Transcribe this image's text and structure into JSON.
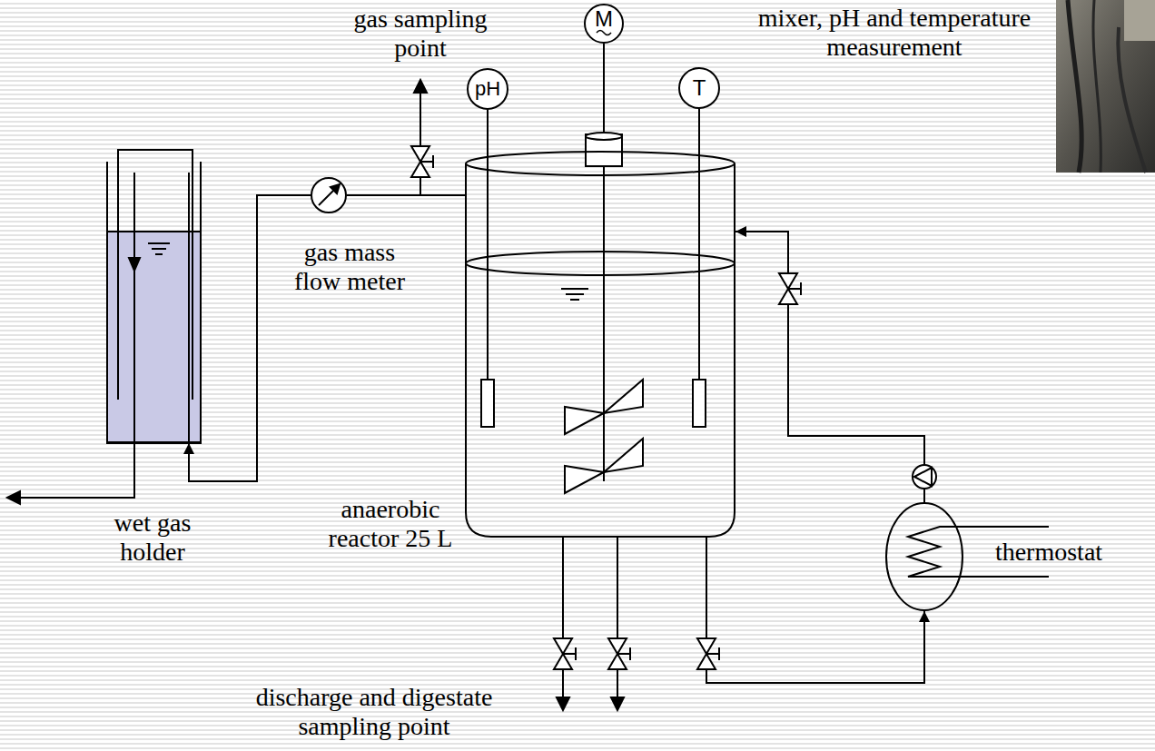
{
  "diagram": {
    "nodes": [
      {
        "text": [
          "pH"
        ]
      },
      {
        "text": [
          "M"
        ]
      },
      {
        "text": [
          "T"
        ]
      },
      {
        "text": [
          "gas mass flow meter"
        ]
      },
      {
        "text": [
          "wet gas holder"
        ]
      },
      {
        "text": [
          "anaerobic reactor 25 L"
        ]
      },
      {
        "text": [
          "thermostat"
        ]
      }
    ],
    "edges": [
      {
        "from": 5,
        "to": 3,
        "arrow": "none"
      },
      {
        "from": 3,
        "to": 4,
        "arrow": "to"
      },
      {
        "from": 5,
        "to": 6,
        "arrow": "to"
      },
      {
        "from": 6,
        "to": 5,
        "arrow": "to"
      },
      {
        "from": 0,
        "to": 5,
        "arrow": "none"
      },
      {
        "from": 1,
        "to": 5,
        "arrow": "none"
      },
      {
        "from": 2,
        "to": 5,
        "arrow": "none"
      }
    ],
    "labels": [
      "gas sampling point",
      "mixer, pH and temperature measurement",
      "discharge and digestate sampling point"
    ]
  }
}
